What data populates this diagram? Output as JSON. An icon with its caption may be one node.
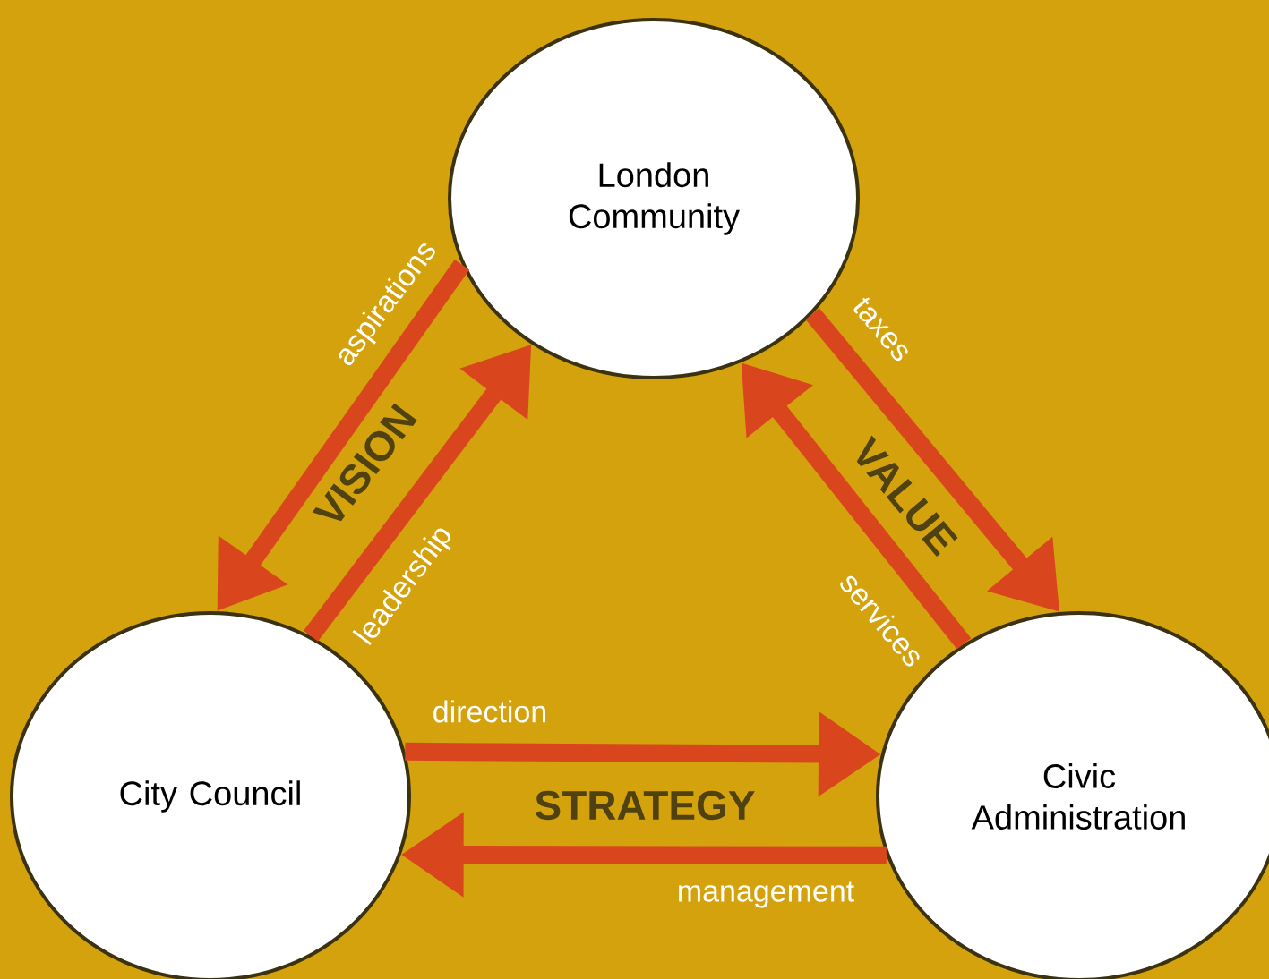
{
  "diagram": {
    "nodes": [
      {
        "text": [
          "London Community"
        ]
      },
      {
        "text": [
          "City Council"
        ]
      },
      {
        "text": [
          "Civic Administration"
        ]
      }
    ],
    "edges": [
      {
        "from": 0,
        "to": 1,
        "arrow": "to",
        "label": "aspirations"
      },
      {
        "from": 1,
        "to": 0,
        "arrow": "to",
        "label": "leadership"
      },
      {
        "from": 0,
        "to": 2,
        "arrow": "to",
        "label": "taxes"
      },
      {
        "from": 2,
        "to": 0,
        "arrow": "to",
        "label": "services"
      },
      {
        "from": 1,
        "to": 2,
        "arrow": "to",
        "label": "direction"
      },
      {
        "from": 2,
        "to": 1,
        "arrow": "to",
        "label": "management"
      }
    ],
    "labels": [
      "VISION",
      "VALUE",
      "STRATEGY"
    ]
  }
}
